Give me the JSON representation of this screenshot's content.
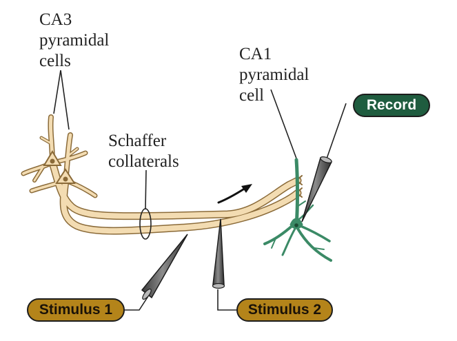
{
  "labels": {
    "ca3": "CA3\npyramidal\ncells",
    "ca1": "CA1\npyramidal\ncell",
    "schaffer": "Schaffer\ncollaterals"
  },
  "buttons": {
    "record": "Record",
    "stimulus1": "Stimulus 1",
    "stimulus2": "Stimulus 2"
  },
  "colors": {
    "ca3_fill": "#f3dcb2",
    "ca3_outline": "#8a6a38",
    "ca1_cell": "#3b8a66",
    "record_bg": "#1f5c3f",
    "record_text": "#ffffff",
    "stimulus_bg": "#b4841a",
    "stimulus_text": "#1a1208",
    "electrode": "#5a5a5a"
  }
}
